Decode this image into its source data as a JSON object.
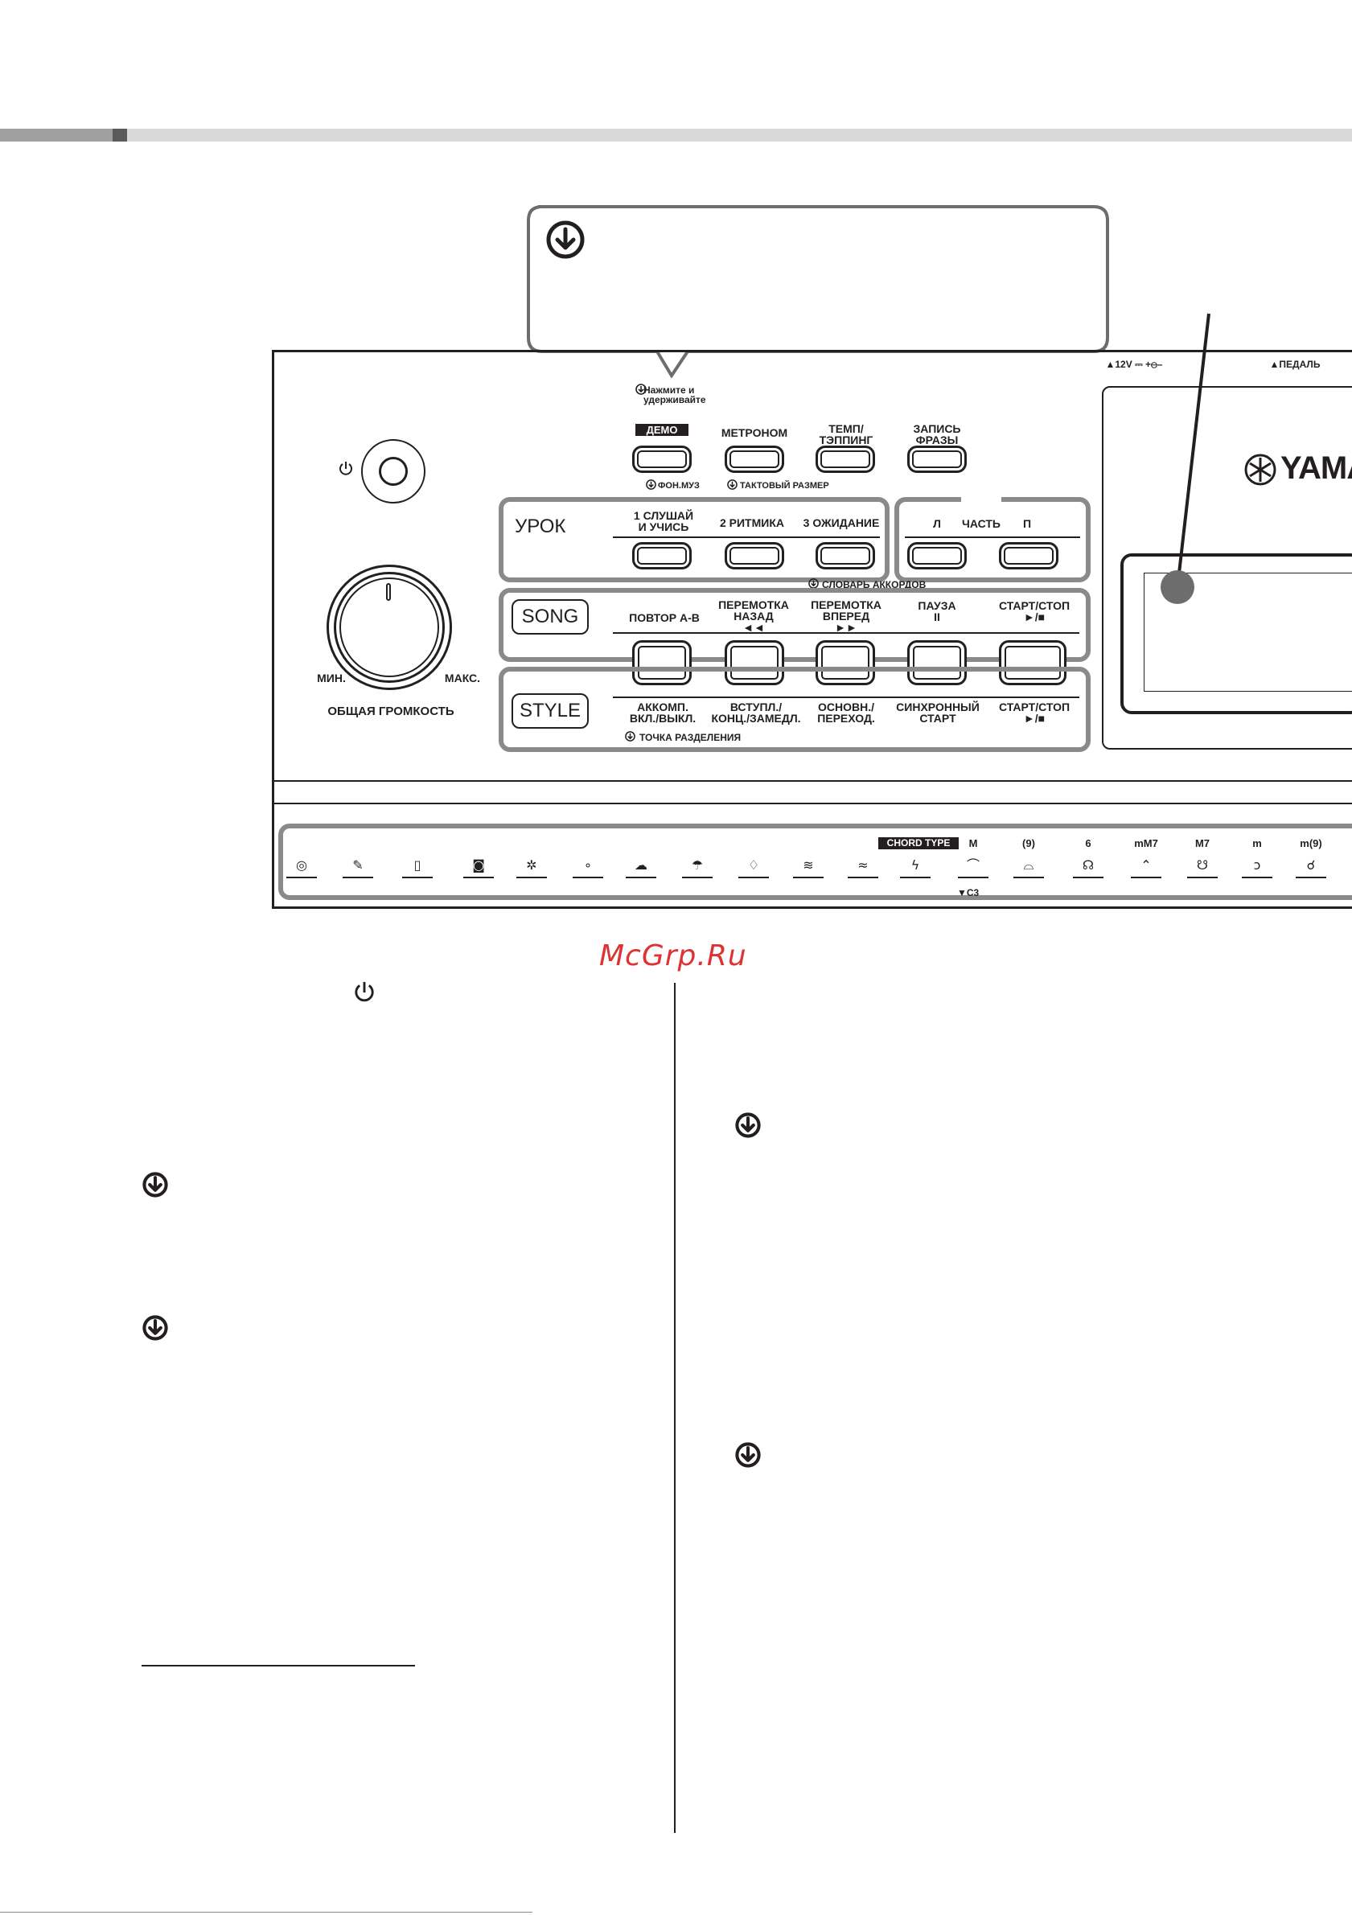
{
  "callout": {
    "hold_label": "Нажмите и\nудерживайте"
  },
  "top_row": {
    "demo": "ДЕМО",
    "metronome": "МЕТРОНОМ",
    "tempo": "ТЕМП/\nТЭППИНГ",
    "phrase": "ЗАПИСЬ\nФРАЗЫ",
    "bgm": "ФОН.МУЗ",
    "time_sig": "ТАКТОВЫЙ РАЗМЕР"
  },
  "rear": {
    "dc_in": "▲12V ⎓  +⊖–",
    "pedal": "▲ПЕДАЛЬ"
  },
  "lesson": {
    "title": "УРОК",
    "b1": "1 СЛУШАЙ\nИ УЧИСЬ",
    "b2": "2 РИТМИКА",
    "b3": "3 ОЖИДАНИЕ",
    "left": "Л",
    "part": "ЧАСТЬ",
    "right": "П",
    "chord_dict": "СЛОВАРЬ АККОРДОВ"
  },
  "song": {
    "title": "SONG",
    "ab": "ПОВТОР A-B",
    "rew": "ПЕРЕМОТКА\nНАЗАД\n◄◄",
    "ff": "ПЕРЕМОТКА\nВПЕРЕД\n►►",
    "pause": "ПАУЗА\nII",
    "startstop": "СТАРТ/СТОП\n►/■"
  },
  "style": {
    "title": "STYLE",
    "acmp": "АККОМП.\nВКЛ./ВЫКЛ.",
    "intro": "ВСТУПЛ./\nКОНЦ./ЗАМЕДЛ.",
    "main": "ОСНОВН./\nПЕРЕХОД.",
    "sync": "СИНХРОННЫЙ\nСТАРТ",
    "startstop": "СТАРТ/СТОП\n►/■",
    "split": "ТОЧКА РАЗДЕЛЕНИЯ"
  },
  "volume": {
    "min": "МИН.",
    "max": "МАКС.",
    "title": "ОБЩАЯ ГРОМКОСТЬ"
  },
  "brand": "YAMA",
  "chords": {
    "tag": "CHORD TYPE",
    "labels": [
      "M",
      "(9)",
      "6",
      "mM7",
      "M7",
      "m",
      "m(9)"
    ],
    "c3": "▼C3"
  },
  "watermark": "McGrp.Ru"
}
